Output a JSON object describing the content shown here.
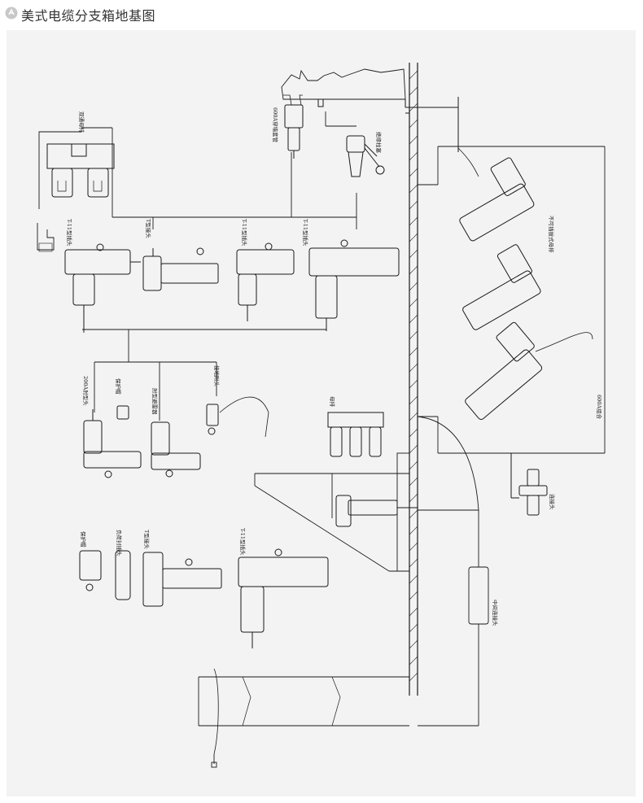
{
  "header": {
    "title": "美式电缆分支箱地基图",
    "icon": "logo-icon"
  },
  "labels": {
    "busbar": "双通母排",
    "t11_a": "T-11型插头",
    "t_joint_a": "T型接头",
    "t11_b": "T-11型插头",
    "t11_c": "T-11型插头",
    "bushing600": "600A穿墙套管",
    "insulated_plug": "绝缘柱塞",
    "elbow200": "200A肘型头",
    "cap_a": "保护帽",
    "arrester": "肘型避雷器",
    "ground_tool": "接地附头",
    "busbar3": "母排",
    "nonsep_bus": "不可插拔式母排",
    "combo600": "600A组合",
    "link_plug": "连接头",
    "cap_b": "保护帽",
    "insul_plug2": "负荷封插头",
    "t_joint_b": "T型接头",
    "t11_d": "T-11型插头",
    "mid_joint": "中间连接头"
  },
  "colors": {
    "line": "#1a1a1a",
    "background": "#f3f3f3",
    "header_text": "#333333"
  }
}
